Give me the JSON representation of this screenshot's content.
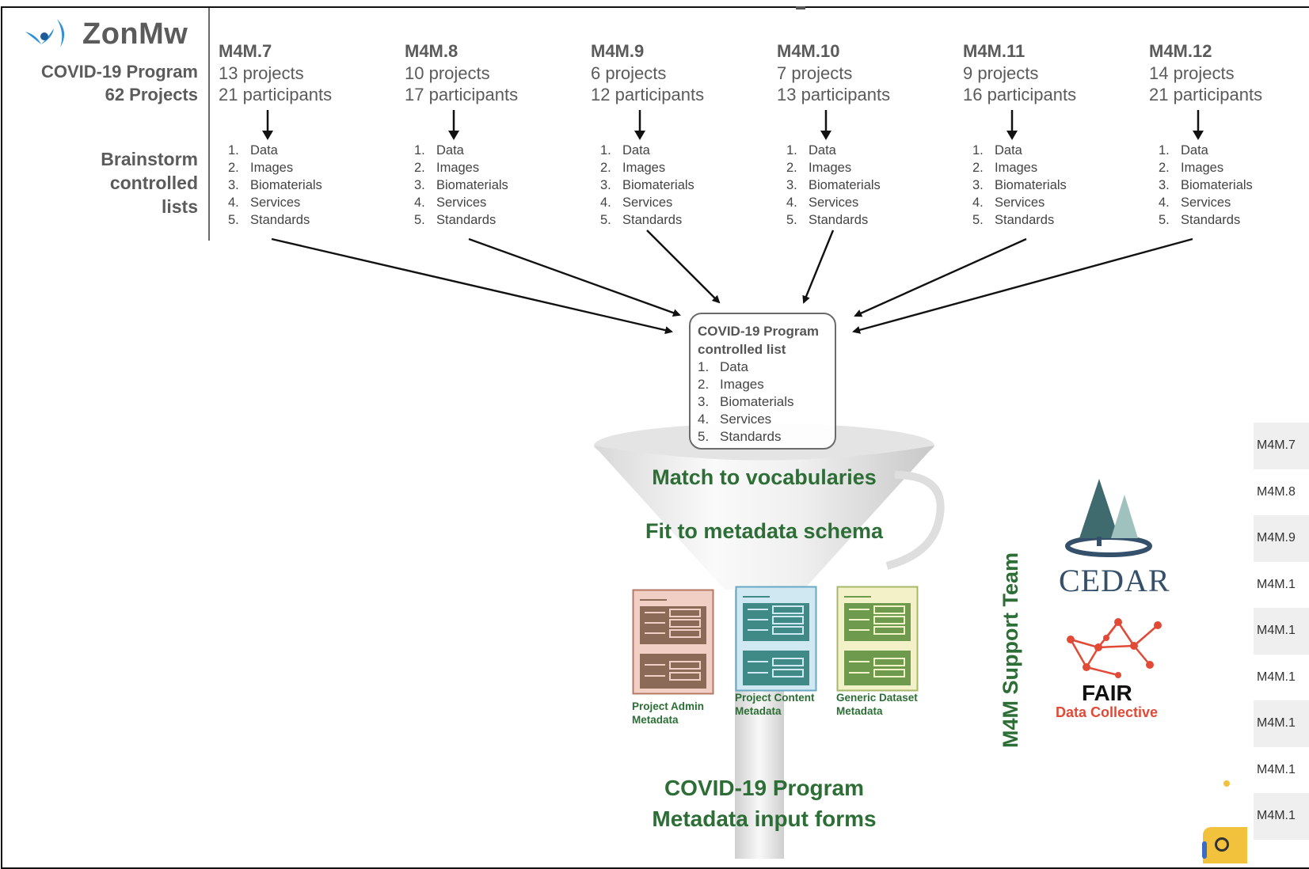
{
  "header": {
    "logo_text": "ZonMw",
    "program_title": "COVID-19 Program",
    "program_projects": "62 Projects",
    "brainstorm_label": [
      "Brainstorm",
      "controlled",
      "lists"
    ]
  },
  "groups": [
    {
      "title": "M4M.7",
      "projects": "13 projects",
      "participants": "21 participants"
    },
    {
      "title": "M4M.8",
      "projects": "10 projects",
      "participants": "17 participants"
    },
    {
      "title": "M4M.9",
      "projects": "6 projects",
      "participants": "12 participants"
    },
    {
      "title": "M4M.10",
      "projects": "7 projects",
      "participants": "13 participants"
    },
    {
      "title": "M4M.11",
      "projects": "9 projects",
      "participants": "16 participants"
    },
    {
      "title": "M4M.12",
      "projects": "14 projects",
      "participants": "21 participants"
    }
  ],
  "list_items": [
    {
      "num": "1.",
      "label": "Data"
    },
    {
      "num": "2.",
      "label": "Images"
    },
    {
      "num": "3.",
      "label": "Biomaterials"
    },
    {
      "num": "4.",
      "label": "Services"
    },
    {
      "num": "5.",
      "label": "Standards"
    }
  ],
  "central": {
    "title_line1": "COVID-19 Program",
    "title_line2": "controlled list"
  },
  "funnel": {
    "match": "Match to vocabularies",
    "fit": "Fit to metadata schema",
    "forms_line1": "COVID-19 Program",
    "forms_line2": "Metadata input forms"
  },
  "documents": [
    {
      "label_line1": "Project Admin",
      "label_line2": "Metadata",
      "color": "#f2cfc4",
      "border": "#b47a66",
      "ink": "#8c6a58"
    },
    {
      "label_line1": "Project Content",
      "label_line2": "Metadata",
      "color": "#cfe8f2",
      "border": "#6aa8c4",
      "ink": "#3f8a86"
    },
    {
      "label_line1": "Generic Dataset",
      "label_line2": "Metadata",
      "color": "#f3f1c8",
      "border": "#a8b86a",
      "ink": "#6e9a4e"
    }
  ],
  "support": {
    "label": "M4M Support Team",
    "cedar": "CEDAR",
    "fair": "FAIR",
    "fair_sub": "Data Collective"
  },
  "table_rows": [
    "M4M.7",
    "M4M.8",
    "M4M.9",
    "M4M.1",
    "M4M.1",
    "M4M.1",
    "M4M.1",
    "M4M.1",
    "M4M.1"
  ],
  "colors": {
    "green": "#2c6e35",
    "gray_text": "#5b5b5b",
    "logo_blue": "#2f8fd6",
    "fair_red": "#e04a36",
    "cedar_blue": "#34506a"
  }
}
